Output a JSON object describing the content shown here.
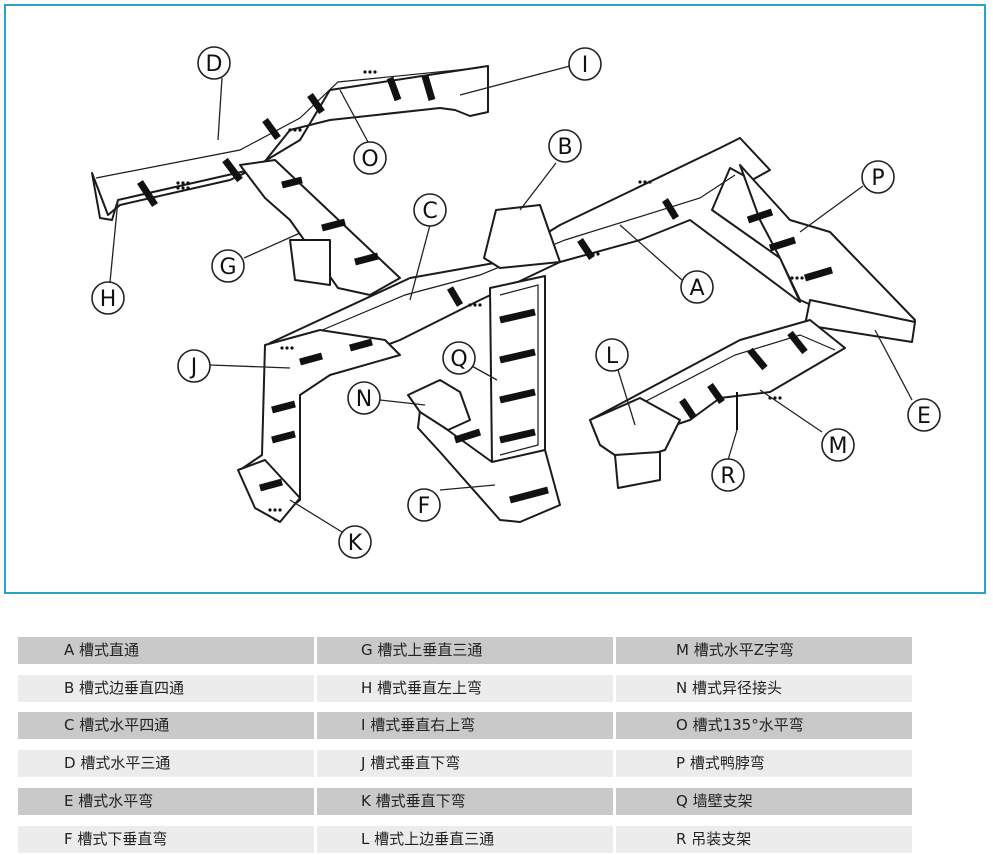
{
  "callouts": [
    {
      "letter": "D"
    },
    {
      "letter": "I"
    },
    {
      "letter": "B"
    },
    {
      "letter": "O"
    },
    {
      "letter": "C"
    },
    {
      "letter": "P"
    },
    {
      "letter": "G"
    },
    {
      "letter": "H"
    },
    {
      "letter": "A"
    },
    {
      "letter": "L"
    },
    {
      "letter": "J"
    },
    {
      "letter": "Q"
    },
    {
      "letter": "N"
    },
    {
      "letter": "E"
    },
    {
      "letter": "M"
    },
    {
      "letter": "R"
    },
    {
      "letter": "F"
    },
    {
      "letter": "K"
    }
  ],
  "legend": [
    [
      "A  槽式直通",
      "G  槽式上垂直三通",
      "M  槽式水平Z字弯"
    ],
    [
      "B  槽式边垂直四通",
      "H  槽式垂直左上弯",
      "N  槽式异径接头"
    ],
    [
      "C  槽式水平四通",
      "I  槽式垂直右上弯",
      "O  槽式135°水平弯"
    ],
    [
      "D  槽式水平三通",
      "J  槽式垂直下弯",
      "P  槽式鸭脖弯"
    ],
    [
      "E  槽式水平弯",
      "K  槽式垂直下弯",
      "Q  墙壁支架"
    ],
    [
      "F  槽式下垂直弯",
      "L  槽式上边垂直三通",
      "R  吊装支架"
    ]
  ],
  "colors": {
    "frame_border": "#2aa3c8",
    "row_dark": "#c9c9c9",
    "row_light": "#ececec"
  }
}
